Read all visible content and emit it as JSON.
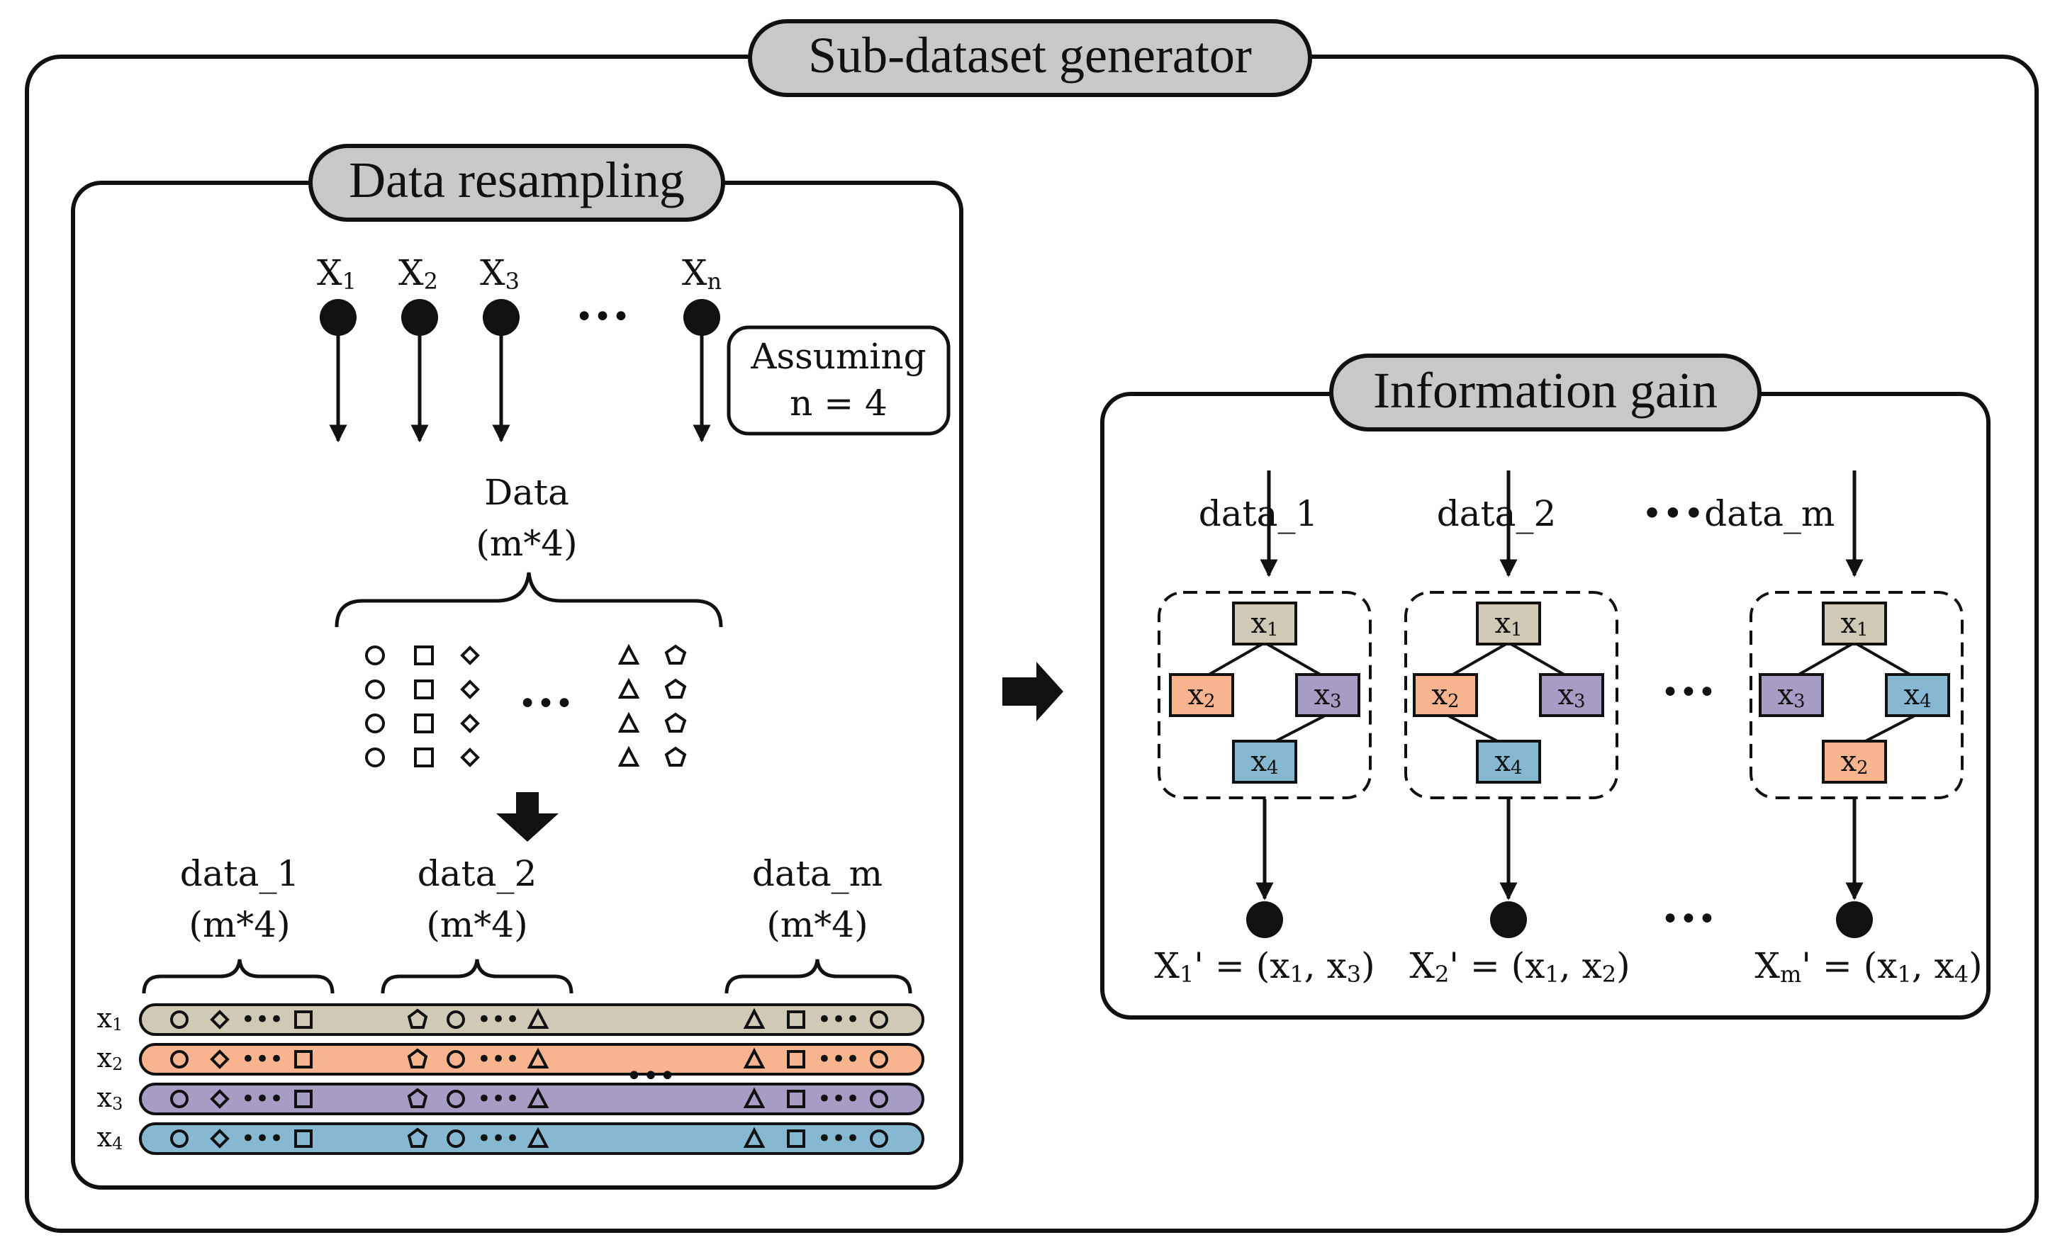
{
  "main_title": "Sub-dataset generator",
  "resampling": {
    "title": "Data resampling",
    "features": [
      {
        "base": "X",
        "sub": "1"
      },
      {
        "base": "X",
        "sub": "2"
      },
      {
        "base": "X",
        "sub": "3"
      },
      {
        "base": "X",
        "sub": "n"
      }
    ],
    "ellipsis": "•••",
    "assumption_line1": "Assuming",
    "assumption_line2": "n = 4",
    "data_label_line1": "Data",
    "data_label_line2": "(m*4)",
    "data_ellipsis": "•••",
    "subsets": [
      {
        "name": "data_1",
        "size": "(m*4)"
      },
      {
        "name": "data_2",
        "size": "(m*4)"
      },
      {
        "name": "data_m",
        "size": "(m*4)"
      }
    ],
    "rows": [
      {
        "base": "x",
        "sub": "1",
        "color": "#cfc9b6"
      },
      {
        "base": "x",
        "sub": "2",
        "color": "#f7b48e"
      },
      {
        "base": "x",
        "sub": "3",
        "color": "#a79cc3"
      },
      {
        "base": "x",
        "sub": "4",
        "color": "#86b9d1"
      }
    ],
    "row_dots": "•••",
    "rows_ellipsis": "•••"
  },
  "info_gain": {
    "title": "Information gain",
    "inputs": [
      "data_1",
      "data_2",
      "•••data_m"
    ],
    "node_colors": {
      "x1": "#cfc9b6",
      "x2": "#f7b48e",
      "x3": "#a79cc3",
      "x4": "#86b9d1"
    },
    "trees": [
      {
        "root": {
          "base": "x",
          "sub": "1"
        },
        "left": {
          "base": "x",
          "sub": "2"
        },
        "right": {
          "base": "x",
          "sub": "3"
        },
        "child": {
          "base": "x",
          "sub": "4"
        }
      },
      {
        "root": {
          "base": "x",
          "sub": "1"
        },
        "left": {
          "base": "x",
          "sub": "2"
        },
        "right": {
          "base": "x",
          "sub": "3"
        },
        "child": {
          "base": "x",
          "sub": "4"
        }
      },
      {
        "root": {
          "base": "x",
          "sub": "1"
        },
        "left": {
          "base": "x",
          "sub": "3"
        },
        "right": {
          "base": "x",
          "sub": "4"
        },
        "child": {
          "base": "x",
          "sub": "2"
        }
      }
    ],
    "tree_ellipsis": "•••",
    "output_ellipsis": "•••",
    "outputs": [
      {
        "name": "X",
        "sub": "1",
        "rest": "' = (x",
        "s1": "1",
        "mid": ", x",
        "s2": "3",
        "end": ")"
      },
      {
        "name": "X",
        "sub": "2",
        "rest": "' = (x",
        "s1": "1",
        "mid": ", x",
        "s2": "2",
        "end": ")"
      },
      {
        "name": "X",
        "sub": "m",
        "rest": "' = (x",
        "s1": "1",
        "mid": ", x",
        "s2": "4",
        "end": ")"
      }
    ]
  }
}
